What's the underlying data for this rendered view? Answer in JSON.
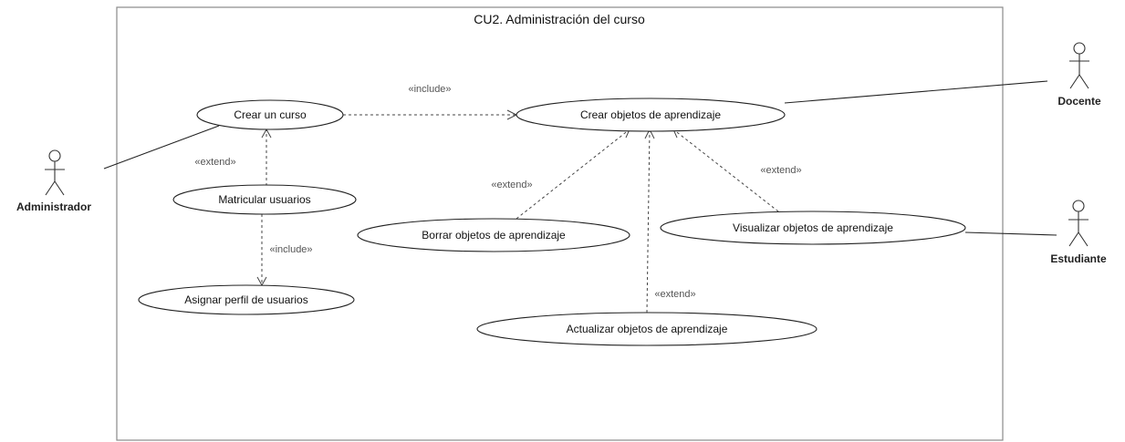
{
  "system": {
    "title": "CU2. Administración del curso"
  },
  "actors": {
    "administrador": "Administrador",
    "docente": "Docente",
    "estudiante": "Estudiante"
  },
  "use_cases": {
    "crear_curso": "Crear un curso",
    "crear_objetos": "Crear objetos de aprendizaje",
    "matricular": "Matricular usuarios",
    "asignar_perfil": "Asignar perfil de usuarios",
    "borrar_objetos": "Borrar objetos de aprendizaje",
    "visualizar_objetos": "Visualizar objetos de aprendizaje",
    "actualizar_objetos": "Actualizar objetos de aprendizaje"
  },
  "stereotypes": {
    "include_crear": "«include»",
    "extend_matricular": "«extend»",
    "include_asignar": "«include»",
    "extend_borrar": "«extend»",
    "extend_visualizar": "«extend»",
    "extend_actualizar": "«extend»"
  }
}
